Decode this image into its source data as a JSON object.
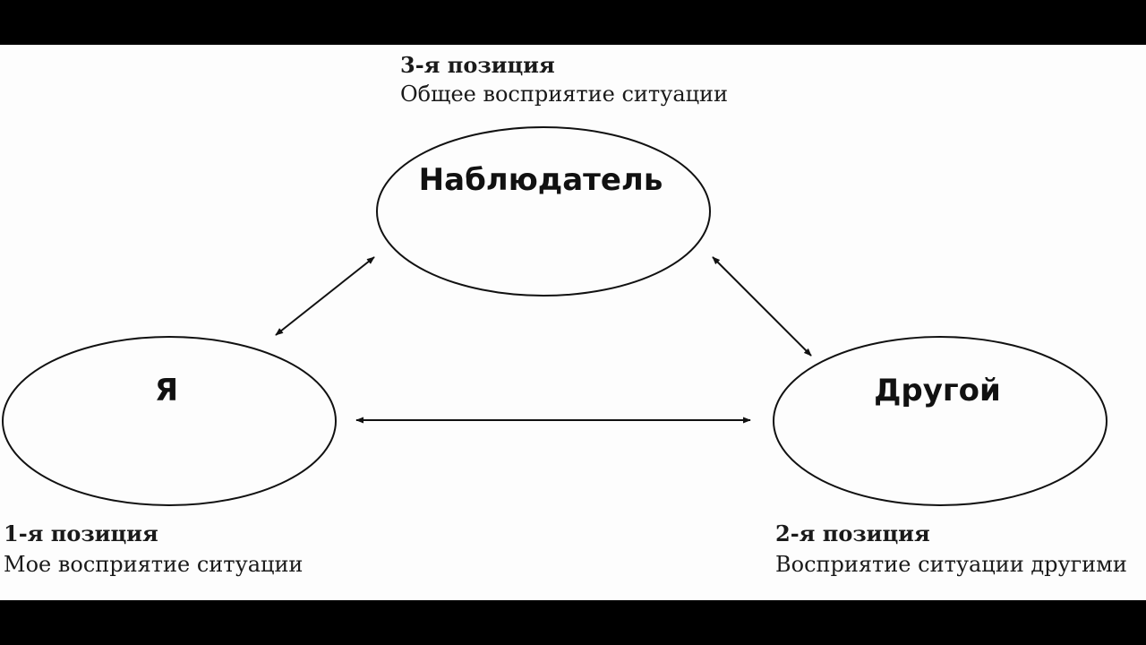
{
  "nodes": {
    "observer": {
      "label": "Наблюдатель"
    },
    "self": {
      "label": "Я"
    },
    "other": {
      "label": "Другой"
    }
  },
  "positions": {
    "third": {
      "title": "3-я позиция",
      "description": "Общее восприятие ситуации"
    },
    "first": {
      "title": "1-я позиция",
      "description": "Мое восприятие ситуации"
    },
    "second": {
      "title": "2-я позиция",
      "description": "Восприятие ситуации другими"
    }
  },
  "colors": {
    "background": "#fdfdfd",
    "letterbox": "#000000",
    "stroke": "#111111"
  }
}
